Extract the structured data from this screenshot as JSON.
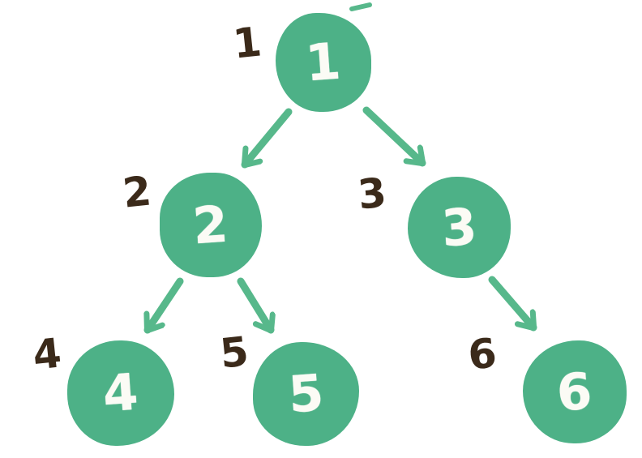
{
  "diagram": {
    "type": "binary-tree",
    "colors": {
      "node_fill": "#4db187",
      "arrow": "#57b88b",
      "label": "#3b2a1a",
      "node_text": "#fbfbf5",
      "background": "#ffffff"
    },
    "nodes": [
      {
        "id": "1",
        "value": "1",
        "index_label": "1"
      },
      {
        "id": "2",
        "value": "2",
        "index_label": "2"
      },
      {
        "id": "3",
        "value": "3",
        "index_label": "3"
      },
      {
        "id": "4",
        "value": "4",
        "index_label": "4"
      },
      {
        "id": "5",
        "value": "5",
        "index_label": "5"
      },
      {
        "id": "6",
        "value": "6",
        "index_label": "6"
      }
    ],
    "edges": [
      {
        "from": "1",
        "to": "2"
      },
      {
        "from": "1",
        "to": "3"
      },
      {
        "from": "2",
        "to": "4"
      },
      {
        "from": "2",
        "to": "5"
      },
      {
        "from": "3",
        "to": "6"
      }
    ]
  }
}
